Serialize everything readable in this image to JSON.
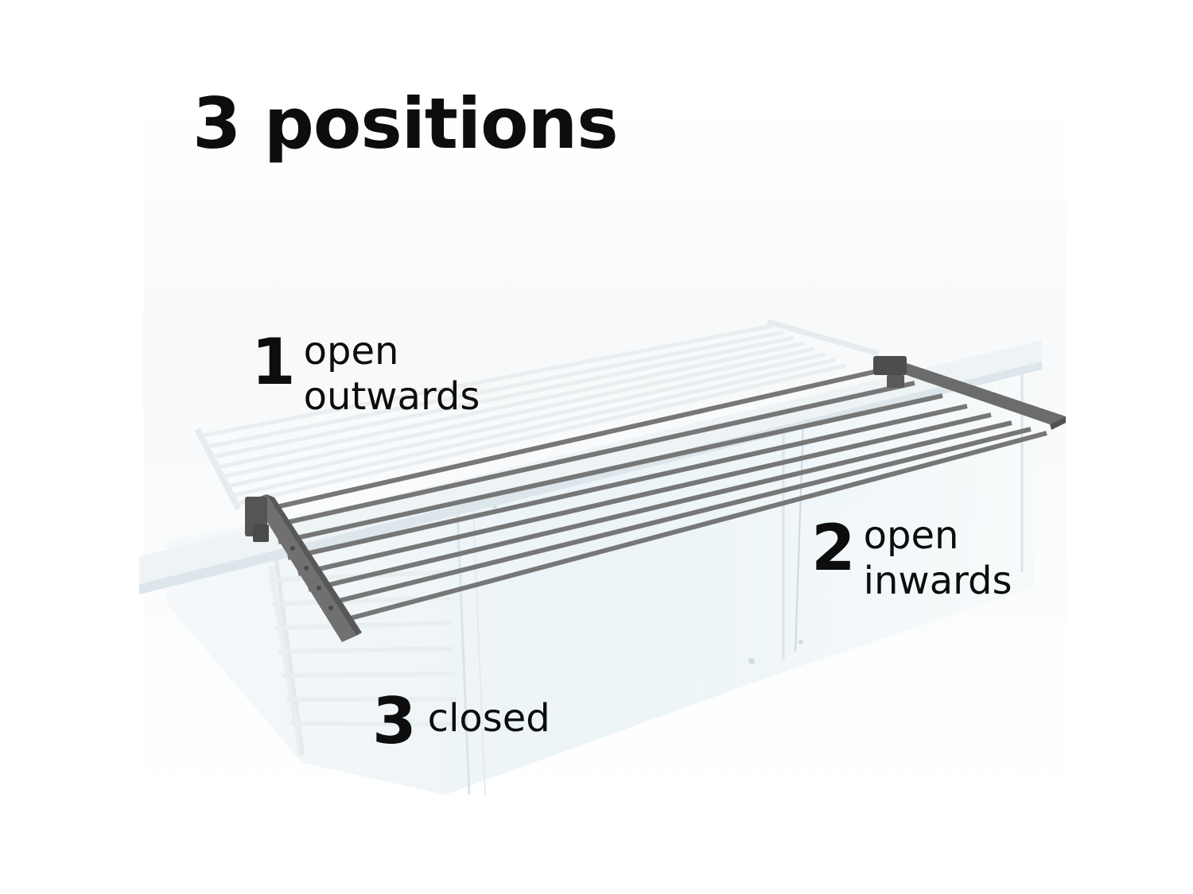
{
  "title": "3 positions",
  "positions": [
    {
      "number": "1",
      "line1": "open",
      "line2": "outwards"
    },
    {
      "number": "2",
      "line1": "open",
      "line2": "inwards"
    },
    {
      "number": "3",
      "label": "closed"
    }
  ],
  "colors": {
    "rack_frame": "#6b6b6b",
    "ghost_rack": "#e7ecef",
    "glass_panel": "#eef5f8",
    "text": "#0d0d0d"
  }
}
